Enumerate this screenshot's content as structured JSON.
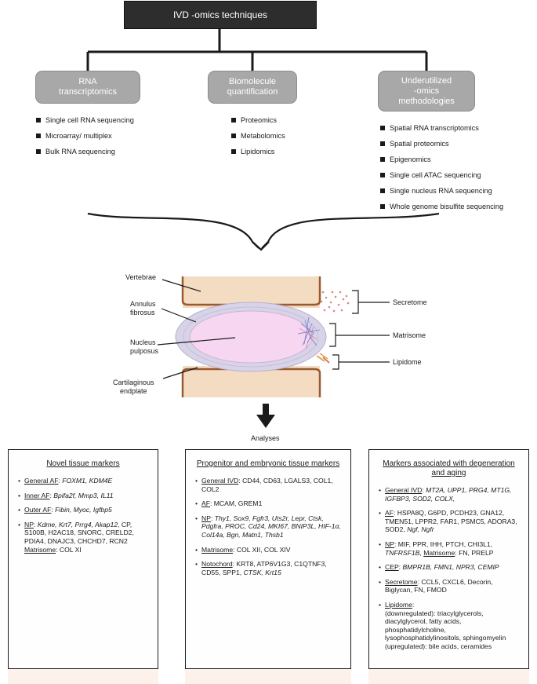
{
  "title": "IVD -omics techniques",
  "categories": [
    {
      "label_lines": [
        "RNA",
        "transcriptomics"
      ],
      "items": [
        "Single cell RNA sequencing",
        "Microarray/ multiplex",
        "Bulk RNA sequencing"
      ]
    },
    {
      "label_lines": [
        "Biomolecule",
        "quantification"
      ],
      "items": [
        "Proteomics",
        "Metabolomics",
        "Lipidomics"
      ]
    },
    {
      "label_lines": [
        "Underutilized",
        "-omics",
        "methodologies"
      ],
      "items": [
        "Spatial RNA transcriptomics",
        "Spatial proteomics",
        "Epigenomics",
        "Single cell ATAC sequencing",
        "Single nucleus RNA sequencing",
        "Whole genome bisulfite sequencing"
      ]
    }
  ],
  "anatomy": {
    "vertebrae": "Vertebrae",
    "annulus_1": "Annulus",
    "annulus_2": "fibrosus",
    "nucleus_1": "Nucleus",
    "nucleus_2": "pulposus",
    "cep_1": "Cartilaginous",
    "cep_2": "endplate",
    "secretome": "Secretome",
    "matrisome": "Matrisome",
    "lipidome": "Lipidome"
  },
  "analyses": "Analyses",
  "colors": {
    "title_box": "#2d2d2d",
    "pill": "#a8a8a8",
    "vertebra": "#f3dcc2",
    "vertebra_edge": "#9a5a2e",
    "disc_outer": "#d9d3e8",
    "nucleus": "#f6d6f0"
  },
  "panels": [
    {
      "title": "Novel tissue markers",
      "items": [
        {
          "head": "General AF",
          "segments": [
            {
              "t": ": "
            },
            {
              "t": "FOXM1, KDM4E",
              "i": true
            }
          ]
        },
        {
          "head": "Inner AF",
          "segments": [
            {
              "t": ": "
            },
            {
              "t": "Bpifa2f, Mmp3, IL11",
              "i": true
            }
          ]
        },
        {
          "head": "Outer AF",
          "segments": [
            {
              "t": ": "
            },
            {
              "t": "Fibin, Myoc, Igfbp5",
              "i": true
            }
          ]
        },
        {
          "head": "NP",
          "segments": [
            {
              "t": ": "
            },
            {
              "t": "Kdme, Krt7, Prrg4, Akap12",
              "i": true
            },
            {
              "t": ", CP, S100B, H2AC18, SNORC, CRELD2, PDIA4, DNAJC3, CHCHD7, RCN2 "
            },
            {
              "t": "Matrisome",
              "u": true
            },
            {
              "t": ": COL XI"
            }
          ]
        }
      ]
    },
    {
      "title": "Progenitor and embryonic tissue markers",
      "items": [
        {
          "head": "General IVD",
          "segments": [
            {
              "t": ": CD44, CD63, LGALS3, COL1, COL2"
            }
          ]
        },
        {
          "head": "AF",
          "segments": [
            {
              "t": ": MCAM, GREM1"
            }
          ]
        },
        {
          "head": "NP",
          "segments": [
            {
              "t": ": "
            },
            {
              "t": "Thy1, Sox9, Fgfr3, Uts2r, Lepr, Ctsk, Pdgfra, PROC, Cd24, MKI67, BNIP3L, HIF-1α, Col14a, Bgn, Matn1, Thsb1",
              "i": true
            }
          ]
        },
        {
          "head": "Matrisome",
          "segments": [
            {
              "t": ": COL XII, COL XIV"
            }
          ]
        },
        {
          "head": "Notochord",
          "segments": [
            {
              "t": ": KRT8, ATP6V1G3, C1QTNF3, CD55, SPP1, "
            },
            {
              "t": "CTSK, Krt15",
              "i": true
            }
          ]
        }
      ]
    },
    {
      "title": "Markers associated with degeneration and aging",
      "items": [
        {
          "head": "General IVD",
          "segments": [
            {
              "t": ": "
            },
            {
              "t": "MT2A, UPP1, PRG4, MT1G, IGFBP3, SOD2, COLX,",
              "i": true
            }
          ]
        },
        {
          "head": "AF",
          "segments": [
            {
              "t": ": HSPA8Q, G6PD, PCDH23, GNA12, TMEN51, LPPR2, FAR1, PSMC5, ADORA3, SOD2, "
            },
            {
              "t": "Ngf, Ngfr",
              "i": true
            }
          ]
        },
        {
          "head": "NP",
          "segments": [
            {
              "t": ": MIF, PPR, IHH, PTCH, CHI3L1, "
            },
            {
              "t": "TNFRSF1B",
              "i": true
            },
            {
              "t": ", "
            },
            {
              "t": "Matrisome",
              "u": true
            },
            {
              "t": ": FN, PRELP"
            }
          ]
        },
        {
          "head": "CEP",
          "segments": [
            {
              "t": ": "
            },
            {
              "t": "BMPR1B, FMN1, NPR3, CEMIP",
              "i": true
            }
          ]
        },
        {
          "head": "Secretome",
          "segments": [
            {
              "t": ": CCL5, CXCL6, Decorin, Biglycan, FN, FMOD"
            }
          ]
        },
        {
          "head": "Lipidome",
          "segments": [
            {
              "t": ":"
            },
            {
              "br": true
            },
            {
              "t": "(downregulated): triacylglycerols, diacylglycerol, fatty acids, phosphatidylcholine, lysophosphatidylinositols, sphingomyelin (upregulated): bile acids, ceramides"
            }
          ]
        }
      ]
    }
  ]
}
